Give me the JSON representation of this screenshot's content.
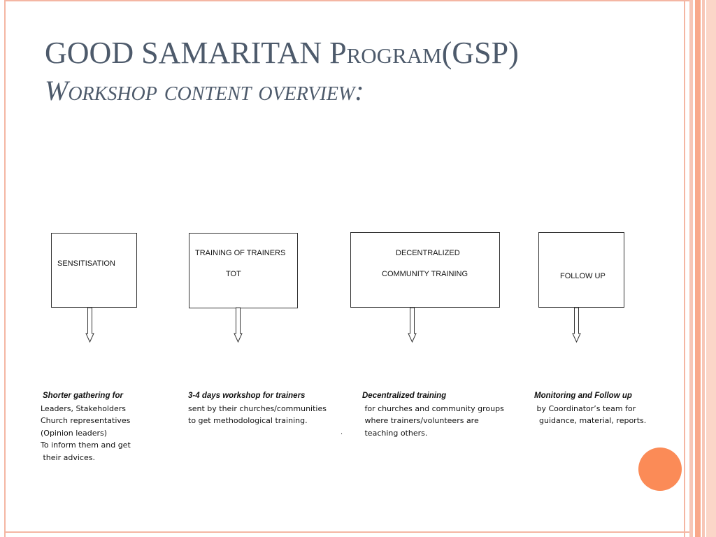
{
  "slide": {
    "title_main": "GOOD SAMARITAN ",
    "title_sc": "Program",
    "title_tail": "(GSP)",
    "subtitle": "Workshop content overview:",
    "colors": {
      "title": "#4d5a6b",
      "accent": "#fb8b57",
      "frame": "#f4b6a3"
    }
  },
  "boxes": [
    {
      "lines": [
        "SENSITISATION"
      ]
    },
    {
      "lines": [
        "TRAINING OF TRAINERS",
        "TOT"
      ]
    },
    {
      "lines": [
        "DECENTRALIZED",
        "COMMUNITY TRAINING"
      ]
    },
    {
      "lines": [
        "FOLLOW UP"
      ]
    }
  ],
  "descriptions": [
    {
      "heading": "Shorter gathering for",
      "body": "Leaders, Stakeholders\nChurch representatives\n(Opinion leaders)\nTo inform them and get\n their advices."
    },
    {
      "heading": "3-4 days workshop for trainers",
      "body": "sent by their churches/communities\nto get methodological training."
    },
    {
      "heading": "Decentralized training",
      "body": " for churches and community groups\n where trainers/volunteers are\n teaching others."
    },
    {
      "heading": "Monitoring and Follow up",
      "body": " by Coordinator’s team for\n  guidance, material, reports."
    }
  ],
  "stray_mark": "."
}
